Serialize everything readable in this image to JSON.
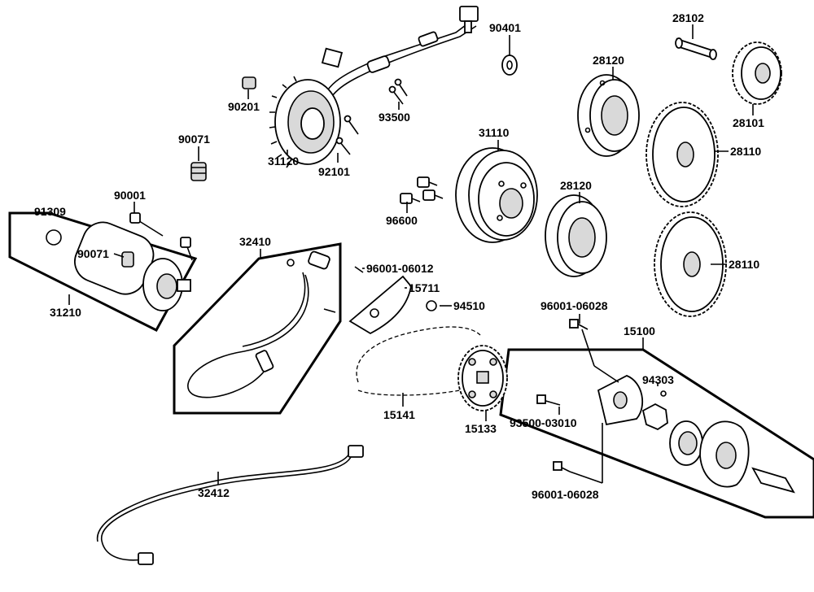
{
  "labels": {
    "p28102": "28102",
    "p90401": "90401",
    "p28120a": "28120",
    "p90201": "90201",
    "p93500": "93500",
    "p28101": "28101",
    "p90071a": "90071",
    "p31120": "31120",
    "p92101": "92101",
    "p31110": "31110",
    "p28110a": "28110",
    "p90001": "90001",
    "p28120b": "28120",
    "p91309": "91309",
    "p96600": "96600",
    "p32410": "32410",
    "p90071b": "90071",
    "p96001_06012": "96001-06012",
    "p28110b": "28110",
    "p15711": "15711",
    "p94510": "94510",
    "p31210": "31210",
    "p96001_06028a": "96001-06028",
    "p15100": "15100",
    "p94303": "94303",
    "p15141": "15141",
    "p93500_03010": "93500-03010",
    "p15133": "15133",
    "p32412": "32412",
    "p96001_06028b": "96001-06028"
  }
}
